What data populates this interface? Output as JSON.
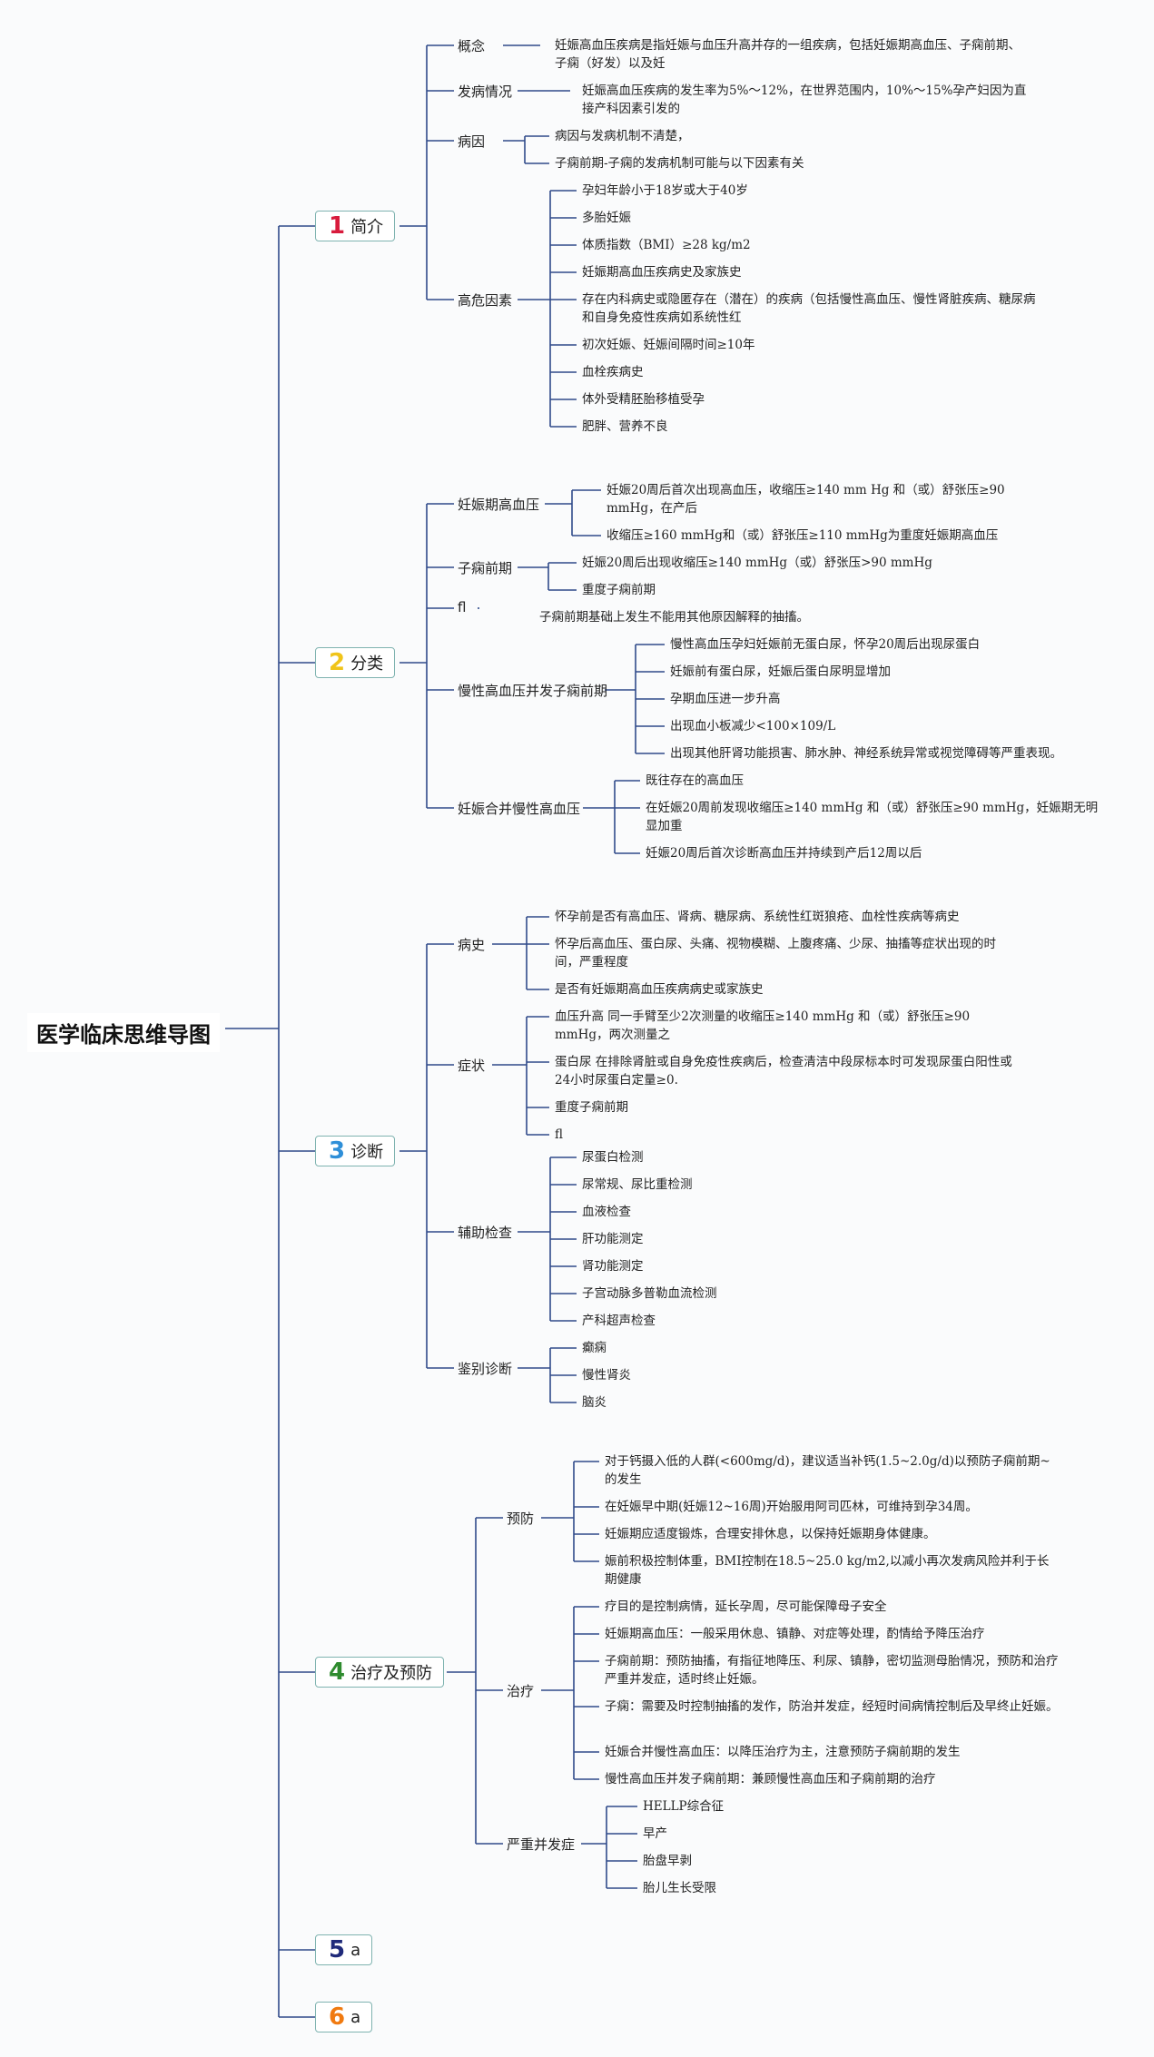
{
  "title": "医学临床思维导图",
  "colors": {
    "line": "#2f4a8a",
    "box_border": "#7fb3b0",
    "n1": "#d81b3c",
    "n2": "#f0c419",
    "n3": "#2f8fd8",
    "n4": "#2e8b2e",
    "n5": "#1f2a7a",
    "n6": "#f07a10"
  },
  "branches": [
    {
      "num": "1",
      "label": "简介",
      "children": [
        {
          "label": "概念",
          "leaves": [
            "妊娠高血压疾病是指妊娠与血压升高并存的一组疾病，包括妊娠期高血压、子痫前期、子痫（好发）以及妊"
          ]
        },
        {
          "label": "发病情况",
          "leaves": [
            "妊娠高血压疾病的发生率为5%～12%，在世界范围内，10%～15%孕产妇因为直接产科因素引发的"
          ]
        },
        {
          "label": "病因",
          "leaves": [
            "病因与发病机制不清楚，",
            "子痫前期-子痫的发病机制可能与以下因素有关"
          ]
        },
        {
          "label": "高危因素",
          "leaves": [
            "孕妇年龄小于18岁或大于40岁",
            "多胎妊娠",
            "体质指数（BMI）≥28 kg/m2",
            "妊娠期高血压疾病史及家族史",
            "存在内科病史或隐匿存在（潜在）的疾病（包括慢性高血压、慢性肾脏疾病、糖尿病和自身免疫性疾病如系统性红",
            "初次妊娠、妊娠间隔时间≥10年",
            "血栓疾病史",
            "体外受精胚胎移植受孕",
            "肥胖、营养不良"
          ]
        }
      ]
    },
    {
      "num": "2",
      "label": "分类",
      "children": [
        {
          "label": "妊娠期高血压",
          "leaves": [
            "妊娠20周后首次出现高血压，收缩压≥140 mm Hg 和（或）舒张压≥90 mmHg，在产后",
            "收缩压≥160 mmHg和（或）舒张压≥110 mmHg为重度妊娠期高血压"
          ]
        },
        {
          "label": "子痫前期",
          "leaves": [
            "妊娠20周后出现收缩压≥140 mmHg（或）舒张压>90 mmHg",
            "重度子痫前期"
          ]
        },
        {
          "label": "fl",
          "leaves": [
            "子痫前期基础上发生不能用其他原因解释的抽搐。"
          ]
        },
        {
          "label": "慢性高血压并发子痫前期",
          "leaves": [
            "慢性高血压孕妇妊娠前无蛋白尿，怀孕20周后出现尿蛋白",
            "妊娠前有蛋白尿，妊娠后蛋白尿明显增加",
            "孕期血压进一步升高",
            "出现血小板减少<100×109/L",
            "出现其他肝肾功能损害、肺水肿、神经系统异常或视觉障碍等严重表现。"
          ]
        },
        {
          "label": "妊娠合并慢性高血压",
          "leaves": [
            "既往存在的高血压",
            "在妊娠20周前发现收缩压≥140 mmHg 和（或）舒张压≥90 mmHg，妊娠期无明显加重",
            "妊娠20周后首次诊断高血压并持续到产后12周以后"
          ]
        }
      ]
    },
    {
      "num": "3",
      "label": "诊断",
      "children": [
        {
          "label": "病史",
          "leaves": [
            "怀孕前是否有高血压、肾病、糖尿病、系统性红斑狼疮、血栓性疾病等病史",
            "怀孕后高血压、蛋白尿、头痛、视物模糊、上腹疼痛、少尿、抽搐等症状出现的时间，严重程度",
            "是否有妊娠期高血压疾病病史或家族史"
          ]
        },
        {
          "label": "症状",
          "leaves": [
            "血压升高 同一手臂至少2次测量的收缩压≥140 mmHg 和（或）舒张压≥90 mmHg，两次测量之",
            "蛋白尿 在排除肾脏或自身免疫性疾病后，检查清洁中段尿标本时可发现尿蛋白阳性或24小时尿蛋白定量≥0.",
            "重度子痫前期",
            "fl"
          ]
        },
        {
          "label": "辅助检查",
          "leaves": [
            "尿蛋白检测",
            "尿常规、尿比重检测",
            "血液检查",
            "肝功能测定",
            "肾功能测定",
            "子宫动脉多普勒血流检测",
            "产科超声检查"
          ]
        },
        {
          "label": "鉴别诊断",
          "leaves": [
            "癫痫",
            "慢性肾炎",
            "脑炎"
          ]
        }
      ]
    },
    {
      "num": "4",
      "label": "治疗及预防",
      "children": [
        {
          "label": "预防",
          "leaves": [
            "对于钙摄入低的人群(<600mg/d)，建议适当补钙(1.5~2.0g/d)以预防子痫前期~的发生",
            "在妊娠早中期(妊娠12~16周)开始服用阿司匹林，可维持到孕34周。",
            "妊娠期应适度锻炼，合理安排休息，以保持妊娠期身体健康。",
            "娠前积极控制体重，BMI控制在18.5~25.0 kg/m2,以减小再次发病风险并利于长期健康"
          ]
        },
        {
          "label": "治疗",
          "leaves": [
            "疗目的是控制病情，延长孕周，尽可能保障母子安全",
            "妊娠期高血压：一般采用休息、镇静、对症等处理，酌情给予降压治疗",
            "子痫前期：预防抽搐，有指征地降压、利尿、镇静，密切监测母胎情况，预防和治疗严重并发症，适时终止妊娠。",
            "子痫：需要及时控制抽搐的发作，防治并发症，经短时间病情控制后及早终止妊娠。",
            "妊娠合并慢性高血压：以降压治疗为主，注意预防子痫前期的发生",
            "慢性高血压并发子痫前期：兼顾慢性高血压和子痫前期的治疗"
          ]
        },
        {
          "label": "严重并发症",
          "leaves": [
            "HELLP综合征",
            "早产",
            "胎盘早剥",
            "胎儿生长受限"
          ]
        }
      ]
    },
    {
      "num": "5",
      "label": "a",
      "children": []
    },
    {
      "num": "6",
      "label": "a",
      "children": []
    }
  ]
}
